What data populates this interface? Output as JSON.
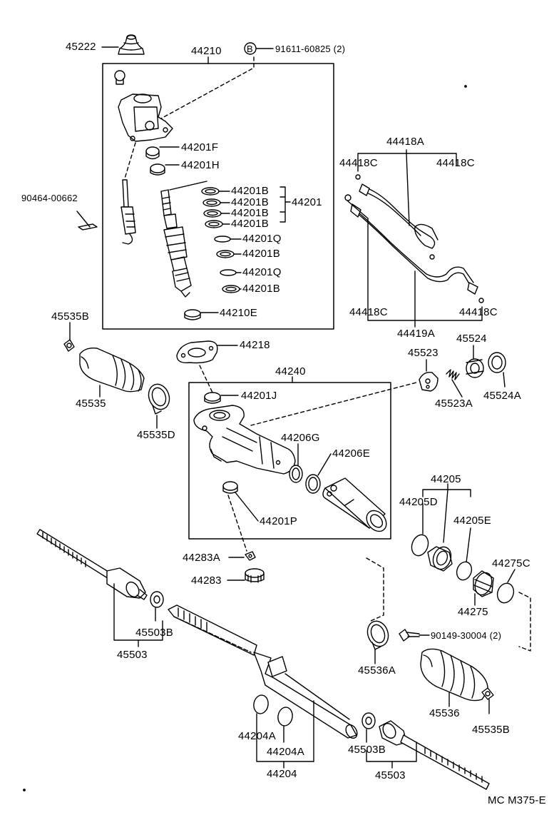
{
  "parts": {
    "p45222": "45222",
    "p44210": "44210",
    "b_marker": "B",
    "p91611": "91611-60825 (2)",
    "p44201F": "44201F",
    "p44201H": "44201H",
    "p90464": "90464-00662",
    "p44201B_1": "44201B",
    "p44201B_2": "44201B",
    "p44201B_3": "44201B",
    "p44201B_4": "44201B",
    "p44201": "44201",
    "p44201Q_1": "44201Q",
    "p44201B_5": "44201B",
    "p44201Q_2": "44201Q",
    "p44201B_6": "44201B",
    "p44210E": "44210E",
    "p44418A": "44418A",
    "p44418C_1": "44418C",
    "p44418C_2": "44418C",
    "p44418C_3": "44418C",
    "p44418C_4": "44418C",
    "p44419A": "44419A",
    "p45535B_1": "45535B",
    "p45535": "45535",
    "p45535D": "45535D",
    "p44218": "44218",
    "p44240": "44240",
    "p44201J": "44201J",
    "p44206G": "44206G",
    "p44206E": "44206E",
    "p44201P": "44201P",
    "p45524": "45524",
    "p45523": "45523",
    "p45523A": "45523A",
    "p45524A": "45524A",
    "p44205": "44205",
    "p44205D": "44205D",
    "p44205E": "44205E",
    "p44275C": "44275C",
    "p44275": "44275",
    "p44283A": "44283A",
    "p44283": "44283",
    "p45503B_1": "45503B",
    "p45503_1": "45503",
    "p90149": "90149-30004 (2)",
    "p45536A": "45536A",
    "p45536": "45536",
    "p45535B_2": "45535B",
    "p44204A_1": "44204A",
    "p44204A_2": "44204A",
    "p44204": "44204",
    "p45503B_2": "45503B",
    "p45503_2": "45503"
  },
  "footer": {
    "code": "MC M375-E"
  }
}
